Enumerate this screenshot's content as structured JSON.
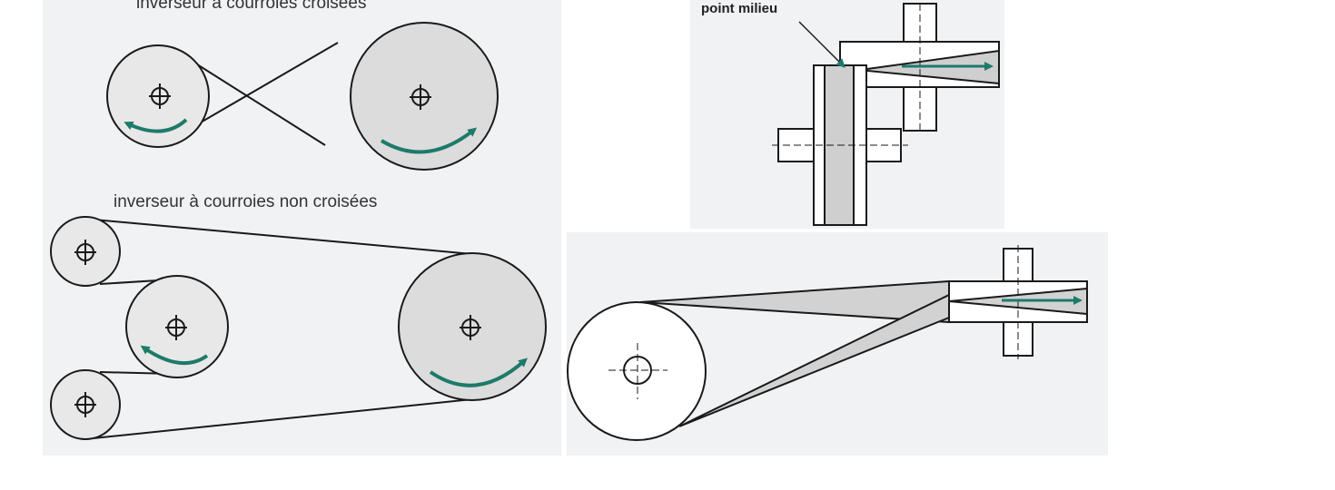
{
  "captions": {
    "crossed": "inverseur à courroies croisées",
    "open": "inverseur à courroies non croisées",
    "midpoint": "point milieu"
  },
  "colors": {
    "arrow": "#1e7a6a",
    "line": "#1a1a1a",
    "fill_gray": "#dcdcdc",
    "panel": "#f1f2f4"
  },
  "icons": [
    "shaft-center-icon",
    "rotation-arrow-icon"
  ]
}
